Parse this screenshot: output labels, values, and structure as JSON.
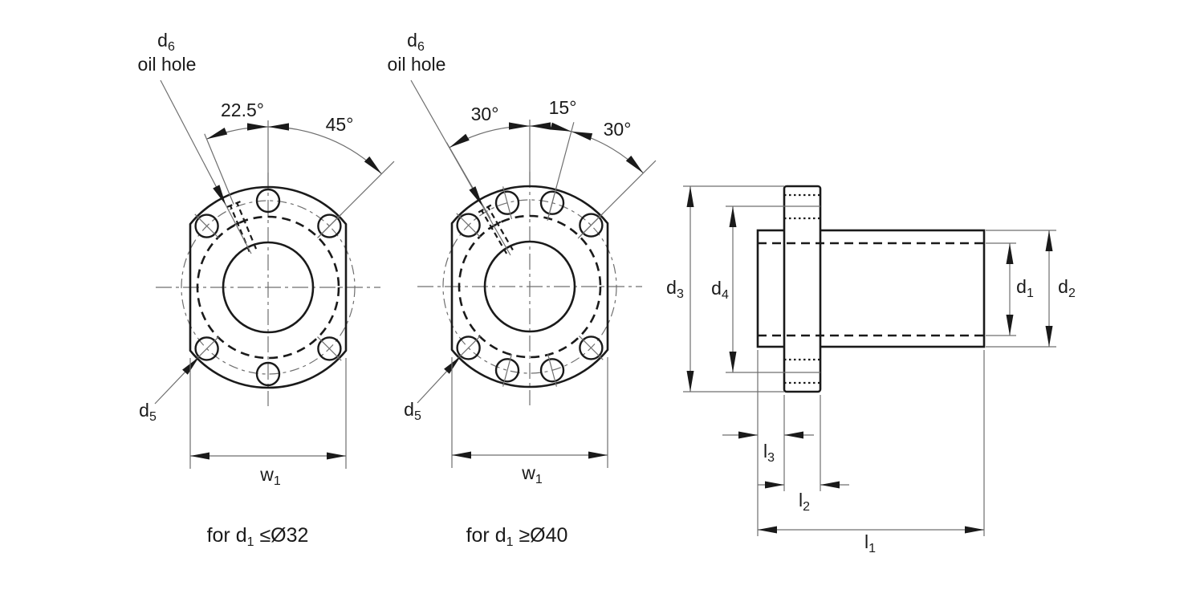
{
  "colors": {
    "line_heavy": "#1a1a1a",
    "line_thin": "#6f6f6f",
    "text": "#1a1a1a",
    "background": "#ffffff"
  },
  "labels": {
    "v1": {
      "d6": {
        "base": "d",
        "sub": "6"
      },
      "oil": "oil hole",
      "a1": "22.5°",
      "a2": "45°",
      "d5": {
        "base": "d",
        "sub": "5"
      },
      "w1": {
        "base": "w",
        "sub": "1"
      },
      "cap": {
        "pre": "for d",
        "sub": "1",
        "post": " ≤Ø32"
      }
    },
    "v2": {
      "d6": {
        "base": "d",
        "sub": "6"
      },
      "oil": "oil hole",
      "a1": "30°",
      "a2": "15°",
      "a3": "30°",
      "d5": {
        "base": "d",
        "sub": "5"
      },
      "w1": {
        "base": "w",
        "sub": "1"
      },
      "cap": {
        "pre": "for d",
        "sub": "1",
        "post": " ≥Ø40"
      }
    },
    "v3": {
      "d3": {
        "base": "d",
        "sub": "3"
      },
      "d4": {
        "base": "d",
        "sub": "4"
      },
      "d1": {
        "base": "d",
        "sub": "1"
      },
      "d2": {
        "base": "d",
        "sub": "2"
      },
      "l3": {
        "base": "l",
        "sub": "3"
      },
      "l2": {
        "base": "l",
        "sub": "2"
      },
      "l1": {
        "base": "l",
        "sub": "1"
      }
    }
  }
}
